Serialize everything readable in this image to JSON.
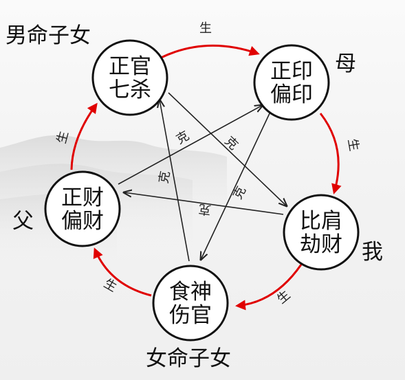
{
  "nodes": {
    "guan": {
      "line1": "正官",
      "line2": "七杀"
    },
    "yin": {
      "line1": "正印",
      "line2": "偏印"
    },
    "bi": {
      "line1": "比肩",
      "line2": "劫财"
    },
    "shi": {
      "line1": "食神",
      "line2": "伤官"
    },
    "cai": {
      "line1": "正财",
      "line2": "偏财"
    }
  },
  "corner_labels": {
    "male_children": "男命子女",
    "mother": "母",
    "self": "我",
    "female_children": "女命子女",
    "father": "父"
  },
  "relations": {
    "sheng": "生",
    "ke": "克"
  },
  "colors": {
    "generate": "#e00000",
    "control": "#222222"
  }
}
